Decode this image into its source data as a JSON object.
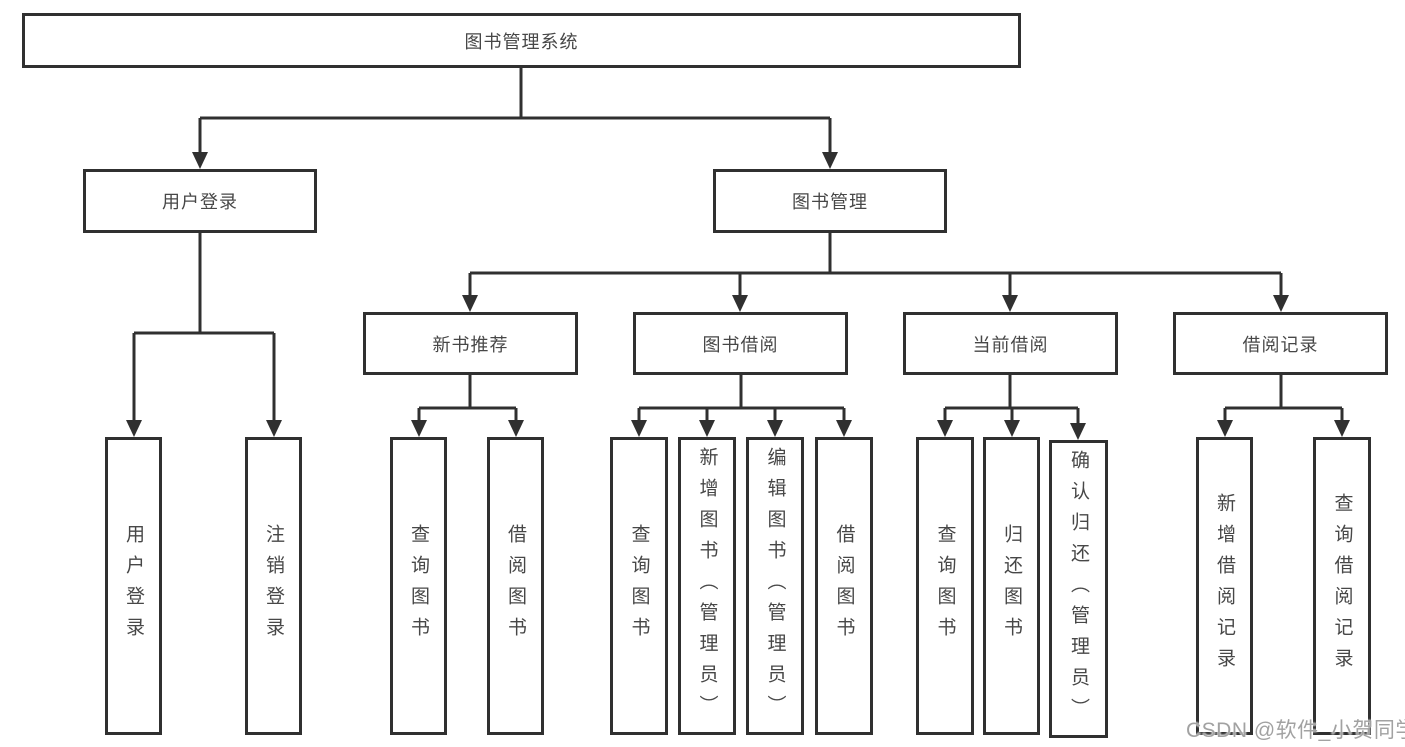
{
  "colors": {
    "line": "#303030",
    "text": "#474747",
    "watermark": "#a2a2a2",
    "background": "#ffffff"
  },
  "tree": {
    "root": {
      "label": "图书管理系统"
    },
    "branches": [
      {
        "label": "用户登录",
        "children": [
          {
            "label": "用户登录"
          },
          {
            "label": "注销登录"
          }
        ]
      },
      {
        "label": "图书管理",
        "groups": [
          {
            "label": "新书推荐",
            "children": [
              {
                "label": "查询图书"
              },
              {
                "label": "借阅图书"
              }
            ]
          },
          {
            "label": "图书借阅",
            "children": [
              {
                "label": "查询图书"
              },
              {
                "label": "新增图书（管理员）"
              },
              {
                "label": "编辑图书（管理员）"
              },
              {
                "label": "借阅图书"
              }
            ]
          },
          {
            "label": "当前借阅",
            "children": [
              {
                "label": "查询图书"
              },
              {
                "label": "归还图书"
              },
              {
                "label": "确认归还（管理员）"
              }
            ]
          },
          {
            "label": "借阅记录",
            "children": [
              {
                "label": "新增借阅记录"
              },
              {
                "label": "查询借阅记录"
              }
            ]
          }
        ]
      }
    ]
  },
  "watermark": {
    "text": "CSDN @软件_小贺同学"
  }
}
